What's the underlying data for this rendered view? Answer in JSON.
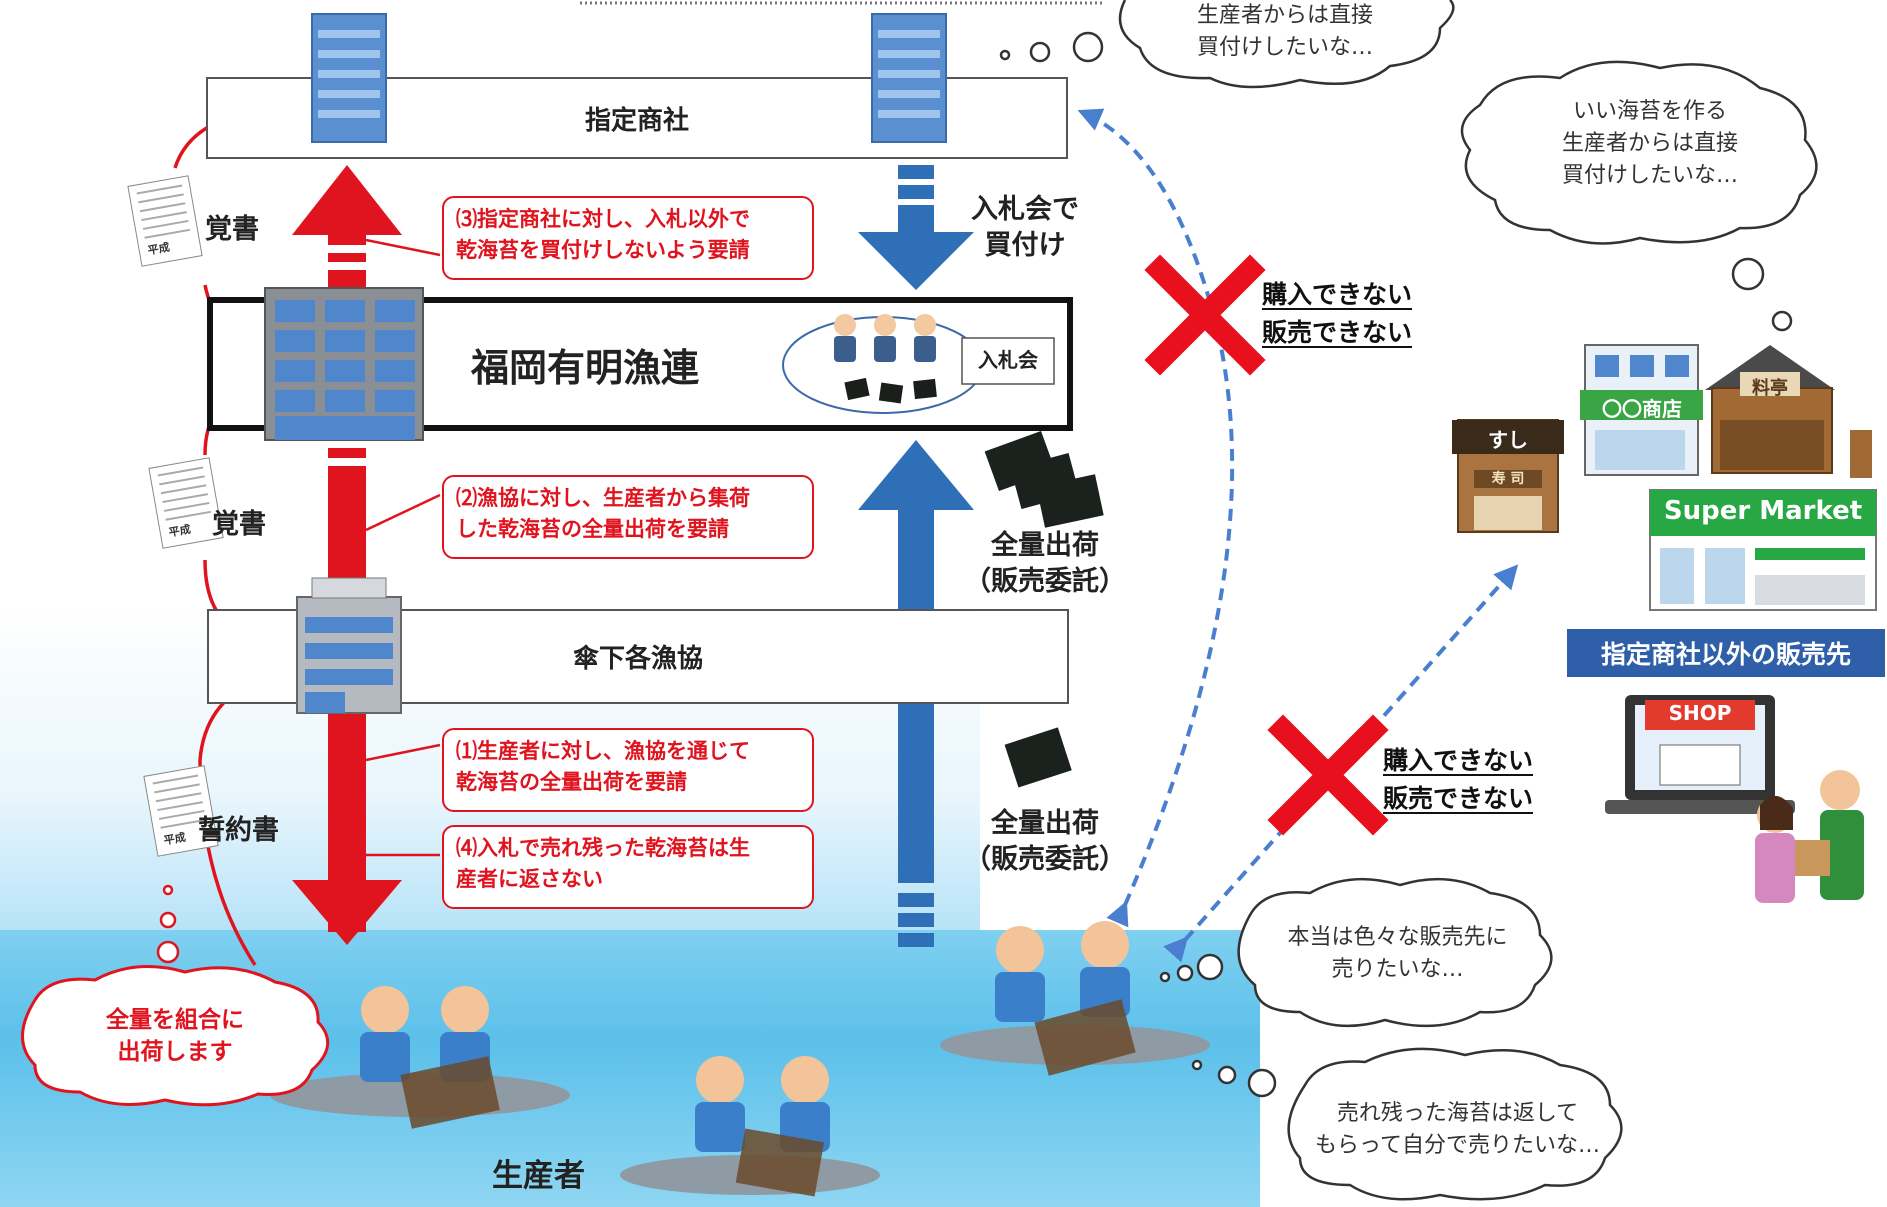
{
  "boxes": {
    "trading": "指定商社",
    "federation": "福岡有明漁連",
    "cooperatives": "傘下各漁協"
  },
  "requests": {
    "r3": [
      "⑶指定商社に対し、入札以外で",
      "乾海苔を買付けしないよう要請"
    ],
    "r2": [
      "⑵漁協に対し、生産者から集荷",
      "した乾海苔の全量出荷を要請"
    ],
    "r1": [
      "⑴生産者に対し、漁協を通じて",
      "乾海苔の全量出荷を要請"
    ],
    "r4": [
      "⑷入札で売れ残った乾海苔は生",
      "産者に返さない"
    ]
  },
  "documents": {
    "memo1": "覚書",
    "memo2": "覚書",
    "pledge": "誓約書",
    "doc_stamp": "平成"
  },
  "flow": {
    "bid_purchase": [
      "入札会で",
      "買付け"
    ],
    "ship_all_1": [
      "全量出荷",
      "（販売委託）"
    ],
    "ship_all_2": [
      "全量出荷",
      "（販売委託）"
    ],
    "auction_sign": "入札会"
  },
  "blocked": {
    "b1": [
      "購入できない",
      "販売できない"
    ],
    "b2": [
      "購入できない",
      "販売できない"
    ]
  },
  "clouds": {
    "top_partial": [
      "生産者からは直接",
      "買付けしたいな…"
    ],
    "right_top": [
      "いい海苔を作る",
      "生産者からは直接",
      "買付けしたいな…"
    ],
    "producer_1": [
      "本当は色々な販売先に",
      "売りたいな…"
    ],
    "producer_2": [
      "売れ残った海苔は返して",
      "もらって自分で売りたいな…"
    ],
    "producer_left": [
      "全量を組合に",
      "出荷します"
    ]
  },
  "sellers": {
    "label": "指定商社以外の販売先",
    "sushi_sign": "すし",
    "sushi_sub": "寿 司",
    "shop_sign": "〇〇商店",
    "ryotei_sign": "料亭",
    "supermarket_sign": "Super Market",
    "online_sign": "SHOP"
  },
  "producers_label": "生産者",
  "colors": {
    "red": "#e0141e",
    "blue": "#2e6fb8",
    "dash_blue": "#4a7fd0",
    "cross": "#e8101c"
  }
}
